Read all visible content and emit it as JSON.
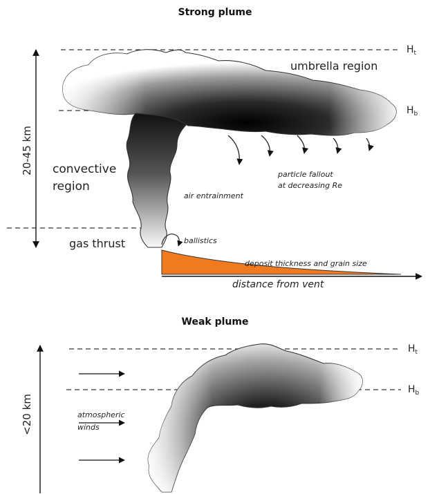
{
  "strong_plume": {
    "title": "Strong plume",
    "height_label": "20-45 km",
    "ht_label": "Ht",
    "hb_label": "Hb",
    "umbrella_label": "umbrella region",
    "convective_label_1": "convective",
    "convective_label_2": "region",
    "gas_thrust_label": "gas thrust",
    "air_entrainment_label": "air entrainment",
    "ballistics_label": "ballistics",
    "fallout_label_1": "particle fallout",
    "fallout_label_2": "at decreasing Re",
    "deposit_label": "deposit thickness and grain size",
    "distance_label": "distance from vent",
    "deposit_color": "#f07a20"
  },
  "weak_plume": {
    "title": "Weak plume",
    "height_label": "<20 km",
    "ht_label": "Ht",
    "hb_label": "Hb",
    "winds_label_1": "atmospheric",
    "winds_label_2": "winds"
  }
}
